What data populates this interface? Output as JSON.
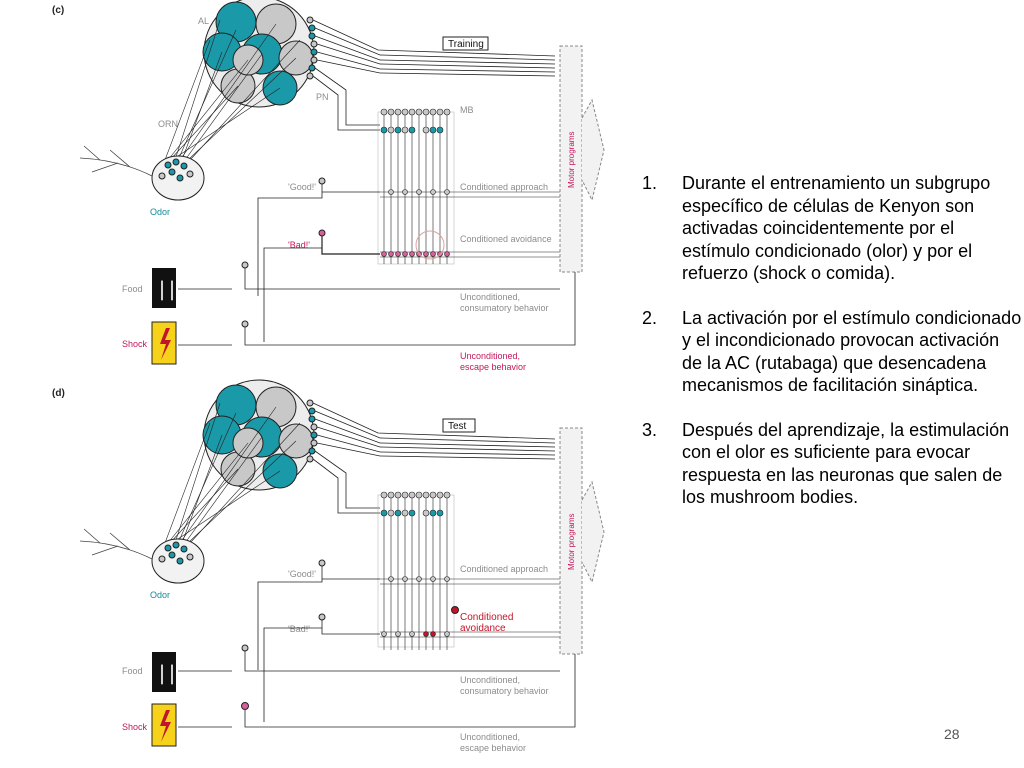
{
  "diagram": {
    "panels": [
      {
        "id": "c",
        "letter": "(c)",
        "box_label": "Training",
        "al_label": "AL",
        "pn_label": "PN",
        "orn_label": "ORN",
        "mb_label": "MB",
        "odor_label": "Odor",
        "good_label": "'Good!'",
        "bad_label": "'Bad!'",
        "food_label": "Food",
        "shock_label": "Shock",
        "motor_label": "Motor programs",
        "approach_label": "Conditioned approach",
        "avoidance_label": "Conditioned avoidance",
        "consumatory_label_1": "Unconditioned,",
        "consumatory_label_2": "consumatory behavior",
        "escape_label_1": "Unconditioned,",
        "escape_label_2": "escape behavior"
      },
      {
        "id": "d",
        "letter": "(d)",
        "box_label": "Test",
        "odor_label": "Odor",
        "good_label": "'Good!'",
        "bad_label": "'Bad!'",
        "food_label": "Food",
        "shock_label": "Shock",
        "motor_label": "Motor programs",
        "approach_label": "Conditioned approach",
        "avoidance_label_1": "Conditioned",
        "avoidance_label_2": "avoidance",
        "consumatory_label_1": "Unconditioned,",
        "consumatory_label_2": "consumatory behavior",
        "escape_label_1": "Unconditioned,",
        "escape_label_2": "escape behavior"
      }
    ],
    "colors": {
      "teal": "#1a9aa8",
      "gray": "#c8c8c8",
      "pink": "#d6609a",
      "red": "#c0152a",
      "line": "#222222",
      "label": "#8c8c8c",
      "shock_bg": "#f6d21a"
    }
  },
  "text_items": [
    {
      "number": "1.",
      "text": "Durante el entrenamiento un subgrupo específico de células de Kenyon son activadas coincidentemente por el estímulo condicionado (olor)  y por el refuerzo (shock o comida)."
    },
    {
      "number": "2.",
      "text": "La activación por el estímulo condicionado  y el incondicionado provocan activación de la  AC (rutabaga) que desencadena mecanismos de facilitación sináptica."
    },
    {
      "number": "3.",
      "text": "Después del aprendizaje, la estimulación con el olor es suficiente para evocar respuesta en las neuronas que salen de los mushroom bodies."
    }
  ],
  "page_number": "28"
}
